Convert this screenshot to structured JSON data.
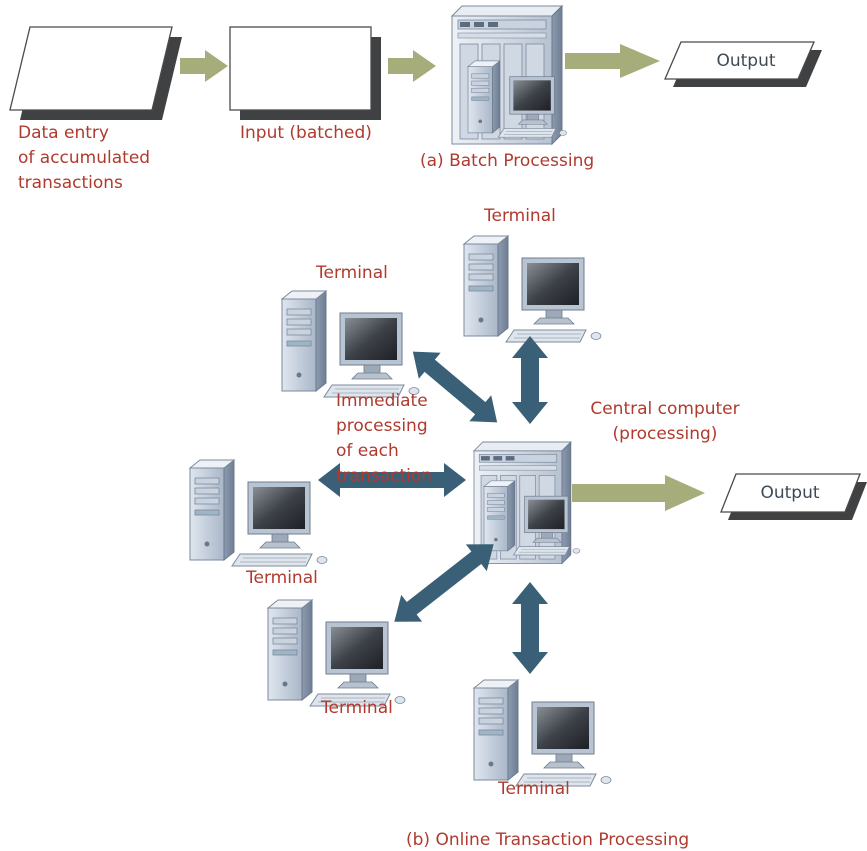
{
  "batch": {
    "data_entry_label_1": "Data entry",
    "data_entry_label_2": "of accumulated",
    "data_entry_label_3": "transactions",
    "input_label": "Input (batched)",
    "output_label": "Output",
    "caption": "(a) Batch Processing"
  },
  "online": {
    "terminal_label": "Terminal",
    "immediate_1": "Immediate",
    "immediate_2": "processing",
    "immediate_3": "of each",
    "immediate_4": "transaction",
    "central_1": "Central computer",
    "central_2": "(processing)",
    "output_label": "Output",
    "caption": "(b) Online Transaction Processing"
  },
  "colors": {
    "label_red": "#b03a2e",
    "arrow_olive": "#a7ad7a",
    "arrow_teal": "#3a6077",
    "shadow": "#3f4142"
  }
}
